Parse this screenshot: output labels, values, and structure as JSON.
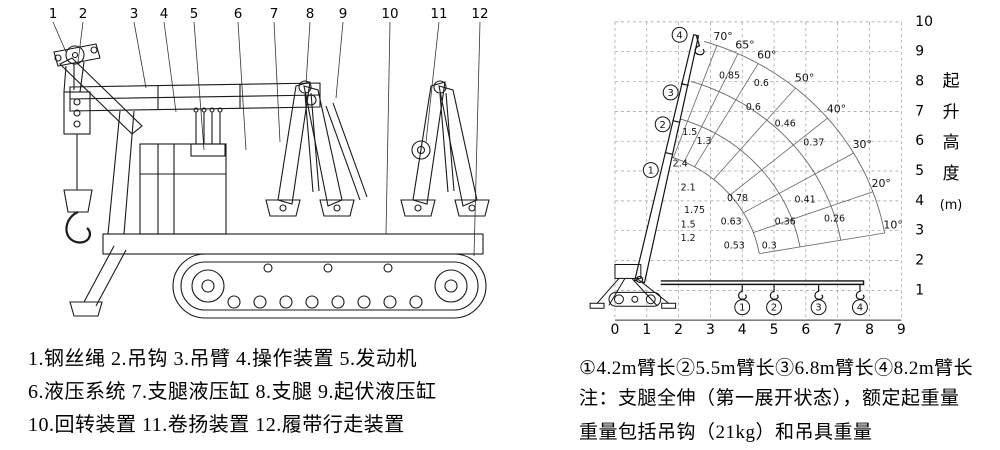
{
  "page": {
    "background": "#ffffff"
  },
  "left_panel": {
    "callouts": [
      "1",
      "2",
      "3",
      "4",
      "5",
      "6",
      "7",
      "8",
      "9",
      "10",
      "11",
      "12"
    ],
    "legend_lines": [
      "1.钢丝绳 2.吊钩 3.吊臂 4.操作装置 5.发动机",
      "6.液压系统 7.支腿液压缸 8.支腿 9.起伏液压缸",
      "10.回转装置 11.卷扬装置 12.履带行走装置"
    ]
  },
  "chart": {
    "y_ticks": [
      "10",
      "9",
      "8",
      "7",
      "6",
      "5",
      "4",
      "3",
      "2",
      "1"
    ],
    "x_ticks": [
      "0",
      "1",
      "2",
      "3",
      "4",
      "5",
      "6",
      "7",
      "8",
      "9"
    ],
    "y_axis_title_chars": [
      "起",
      "升",
      "高",
      "度"
    ],
    "y_axis_unit": "(m)",
    "angle_labels": [
      "70°",
      "65°",
      "60°",
      "50°",
      "40°",
      "30°",
      "20°",
      "10°"
    ],
    "boom_section_markers": [
      "1",
      "2",
      "3",
      "4"
    ],
    "hook_position_markers": [
      "1",
      "2",
      "3",
      "4"
    ],
    "caption": "①4.2m臂长②5.5m臂长③6.8m臂长④8.2m臂长",
    "notes": [
      "注：支腿全伸（第一展开状态），额定起重量",
      "重量包括吊钩（21kg）和吊具重量"
    ]
  },
  "chart_data": {
    "type": "scatter",
    "title": "",
    "xlabel": "",
    "ylabel": "起升高度 (m)",
    "xlim": [
      0,
      9
    ],
    "ylim": [
      0,
      10
    ],
    "grid": true,
    "legend_position": "below",
    "boom_lengths": [
      {
        "marker": "①",
        "boom_length_m": 4.2
      },
      {
        "marker": "②",
        "boom_length_m": 5.5
      },
      {
        "marker": "③",
        "boom_length_m": 6.8
      },
      {
        "marker": "④",
        "boom_length_m": 8.2
      }
    ],
    "boom_angle_lines_deg": [
      70,
      65,
      60,
      50,
      40,
      30,
      20,
      10
    ],
    "rated_loads_t": [
      {
        "label": "0.85",
        "x": 3.6,
        "y": 8.1
      },
      {
        "label": "0.6",
        "x": 4.6,
        "y": 7.9
      },
      {
        "label": "0.6",
        "x": 4.35,
        "y": 7.05
      },
      {
        "label": "0.46",
        "x": 5.35,
        "y": 6.5
      },
      {
        "label": "1.5",
        "x": 2.35,
        "y": 6.2
      },
      {
        "label": "1.3",
        "x": 2.8,
        "y": 5.9
      },
      {
        "label": "0.37",
        "x": 6.25,
        "y": 5.85
      },
      {
        "label": "2.4",
        "x": 2.05,
        "y": 5.15
      },
      {
        "label": "2.1",
        "x": 2.3,
        "y": 4.35
      },
      {
        "label": "0.78",
        "x": 3.85,
        "y": 4.0
      },
      {
        "label": "0.41",
        "x": 5.95,
        "y": 3.95
      },
      {
        "label": "1.75",
        "x": 2.5,
        "y": 3.6
      },
      {
        "label": "1.5",
        "x": 2.3,
        "y": 3.1
      },
      {
        "label": "0.63",
        "x": 3.65,
        "y": 3.2
      },
      {
        "label": "0.36",
        "x": 5.35,
        "y": 3.2
      },
      {
        "label": "0.26",
        "x": 6.9,
        "y": 3.3
      },
      {
        "label": "1.2",
        "x": 2.3,
        "y": 2.65
      },
      {
        "label": "0.53",
        "x": 3.75,
        "y": 2.4
      },
      {
        "label": "0.3",
        "x": 4.85,
        "y": 2.4
      }
    ]
  }
}
